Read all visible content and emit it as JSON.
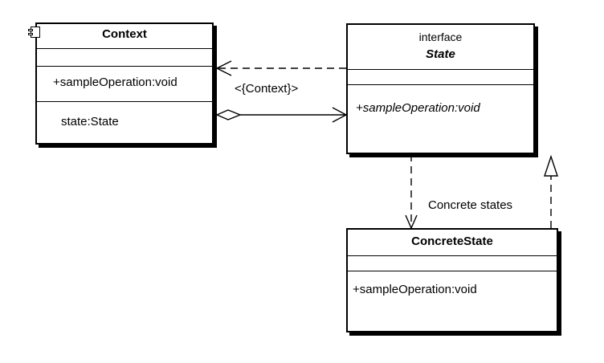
{
  "context_class": {
    "name": "Context",
    "operation": "+sampleOperation:void",
    "attribute": "state:State"
  },
  "state_interface": {
    "stereotype": "interface",
    "name": "State",
    "operation": "+sampleOperation:void"
  },
  "concrete_class": {
    "name": "ConcreteState",
    "operation": "+sampleOperation:void"
  },
  "relations": {
    "dependency_label": "<{Context}>",
    "realization_label": "Concrete states"
  }
}
